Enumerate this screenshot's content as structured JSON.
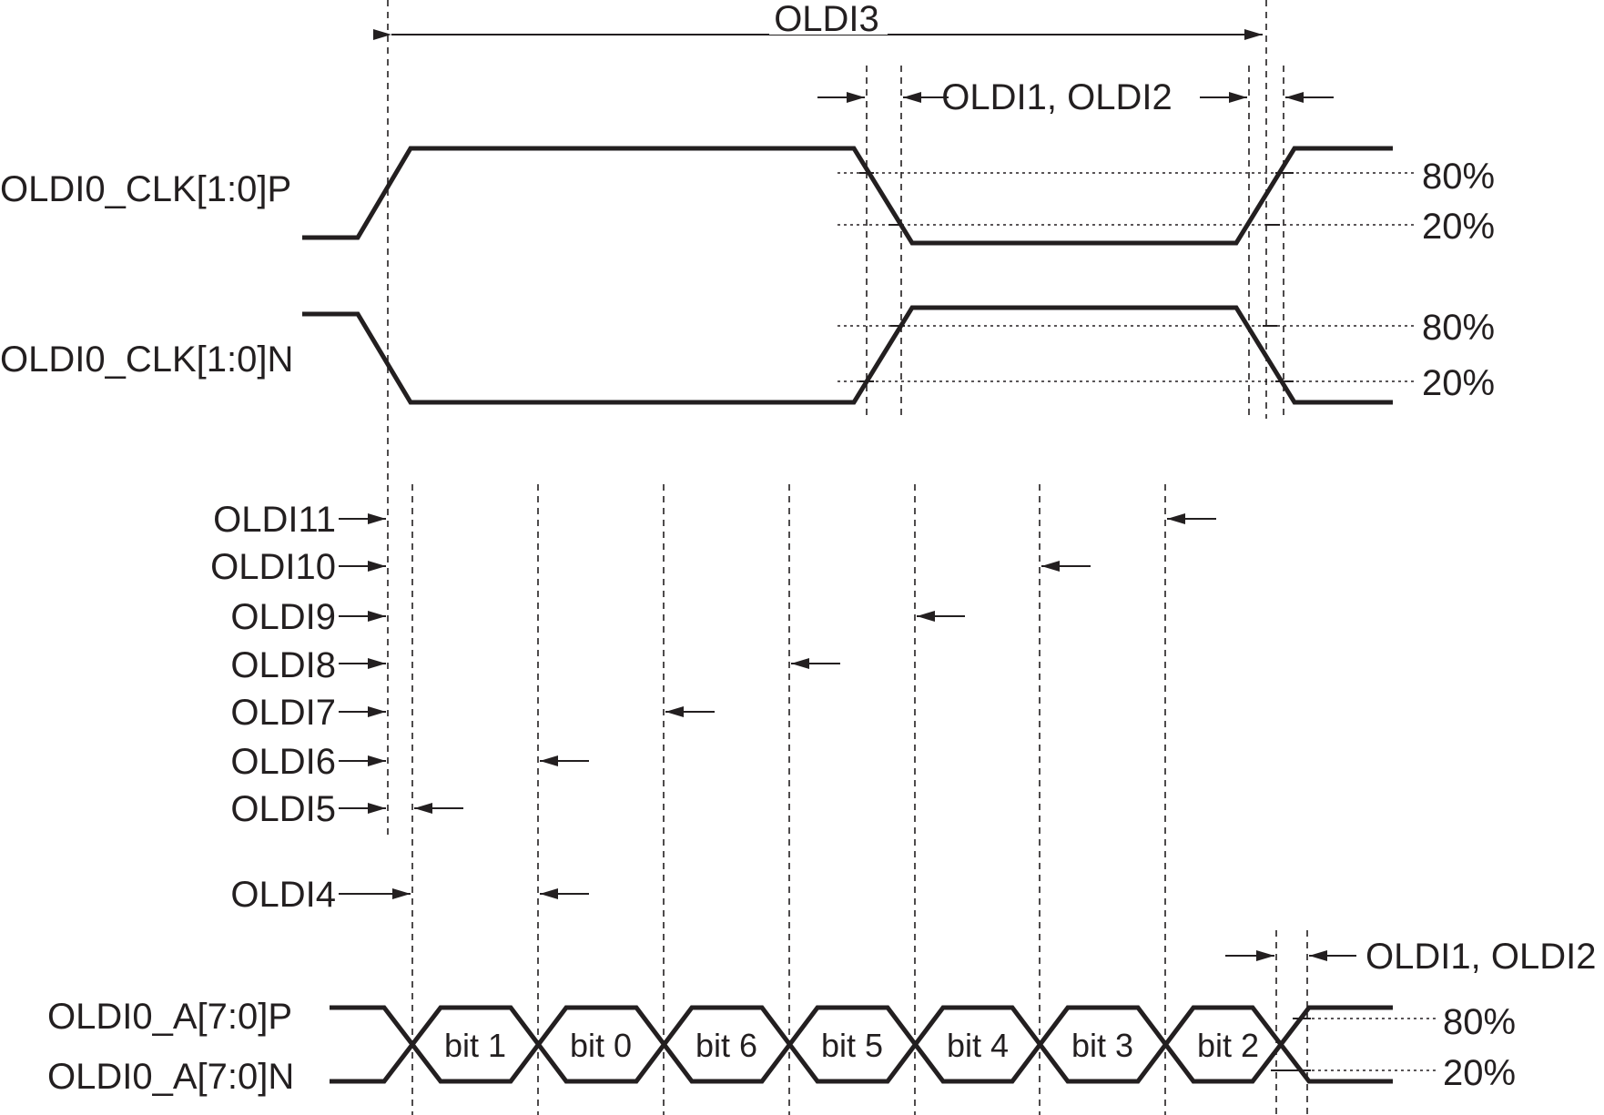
{
  "title": "",
  "labels": {
    "oldi3": "OLDI3",
    "oldi1_2_top": "OLDI1, OLDI2",
    "oldi1_2_bottom": "OLDI1, OLDI2",
    "clk_p": "OLDI0_CLK[1:0]P",
    "clk_n": "OLDI0_CLK[1:0]N",
    "data_p": "OLDI0_A[7:0]P",
    "data_n": "OLDI0_A[7:0]N"
  },
  "thresholds": {
    "clk_p_high": "80%",
    "clk_p_low": "20%",
    "clk_n_high": "80%",
    "clk_n_low": "20%",
    "data_high": "80%",
    "data_low": "20%"
  },
  "strobe_params": [
    "OLDI11",
    "OLDI10",
    "OLDI9",
    "OLDI8",
    "OLDI7",
    "OLDI6",
    "OLDI5",
    "OLDI4"
  ],
  "bits": [
    "bit 1",
    "bit 0",
    "bit 6",
    "bit 5",
    "bit 4",
    "bit 3",
    "bit 2"
  ]
}
